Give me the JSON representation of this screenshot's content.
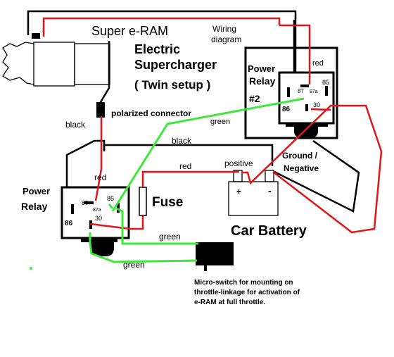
{
  "title": "Super e-RAM",
  "heading": {
    "line1": "Electric",
    "line2": "Supercharger",
    "line3": "( Twin setup )"
  },
  "wiring_label": {
    "line1": "Wiring",
    "line2": "diagram"
  },
  "relay1": {
    "name_line1": "Power",
    "name_line2": "Relay",
    "pin87": "87",
    "pin87a": "87a",
    "pin85": "85",
    "pin86": "86",
    "pin30": "30"
  },
  "relay2": {
    "name_line1": "Power",
    "name_line2": "Relay",
    "number": "#2",
    "pin87": "87",
    "pin87a": "87a",
    "pin85": "85",
    "pin86": "86",
    "pin30": "30"
  },
  "wire_labels": {
    "black_left": "black",
    "polarized_connector": "polarized connector",
    "green_upper": "green",
    "black_mid": "black",
    "red_mid": "red",
    "red_relay1": "red",
    "red_relay2": "red",
    "green_lower1": "green",
    "green_lower2": "green"
  },
  "fuse_label": "Fuse",
  "battery": {
    "label": "Car Battery",
    "positive_label": "positive",
    "ground_line1": "Ground /",
    "ground_line2": "Negative",
    "plus_sign": "+",
    "minus_sign": "-"
  },
  "microswitch_note": {
    "line1": "Micro-switch for mounting on",
    "line2": "throttle-linkage for activation of",
    "line3": "e-RAM at full throttle."
  },
  "colors": {
    "red": "#e0161b",
    "green": "#3ee83a",
    "black": "#000000"
  }
}
